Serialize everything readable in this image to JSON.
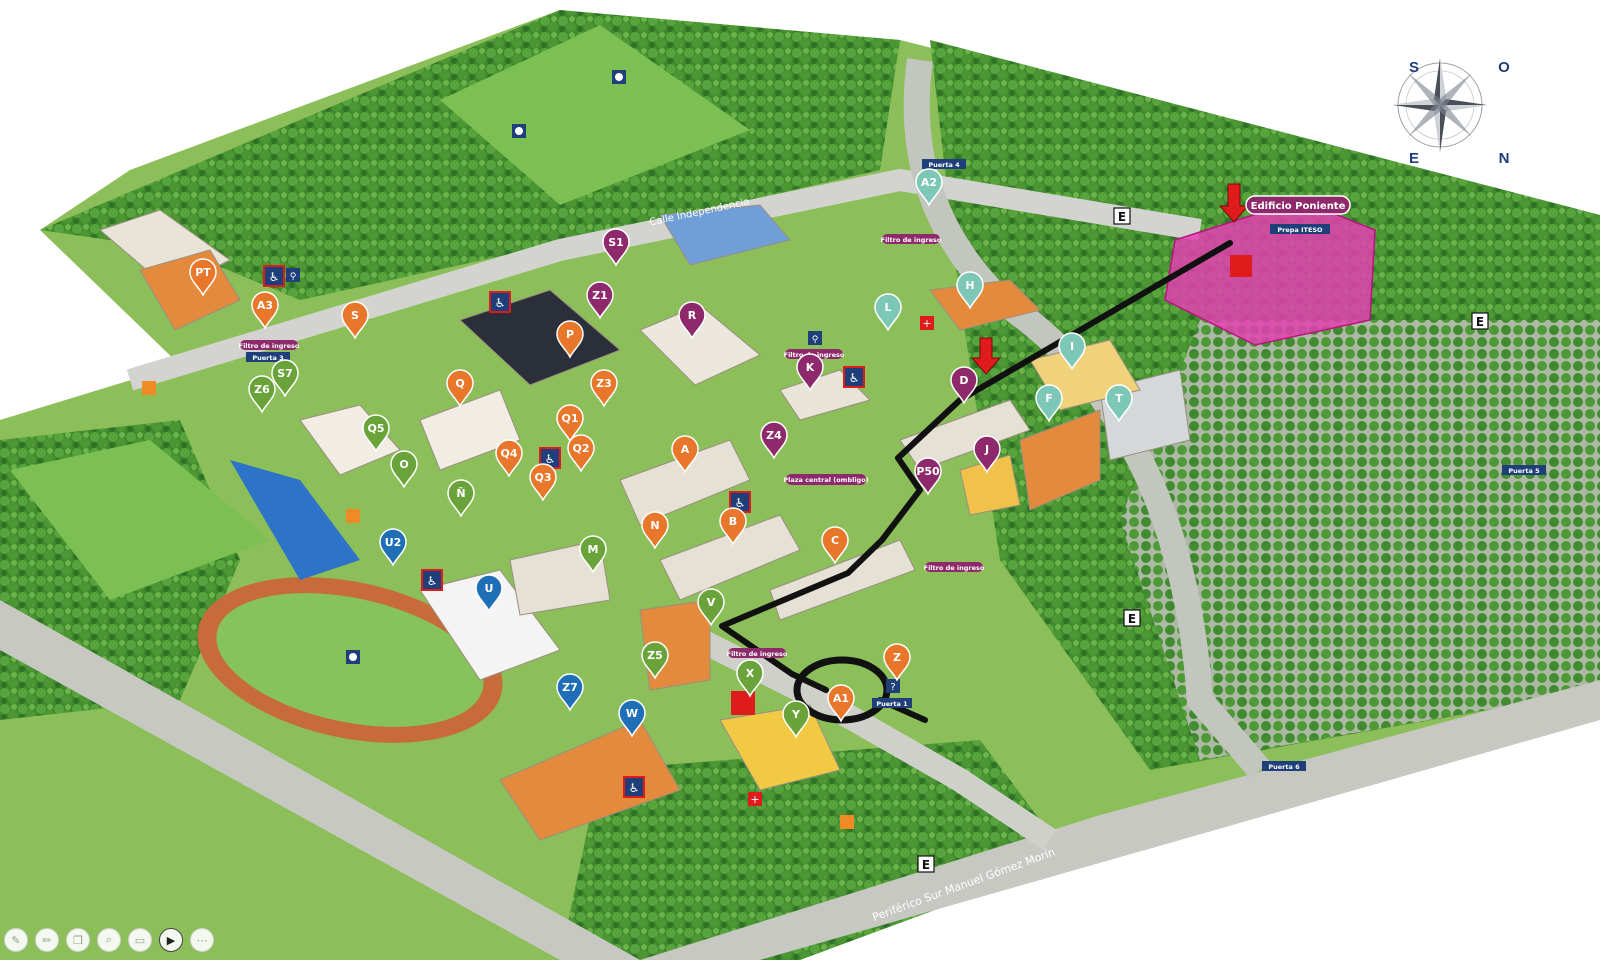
{
  "map": {
    "road_labels": {
      "calle_independencia": "Calle Independencia",
      "periferico": "Periférico Sur Manuel Gómez Morín"
    },
    "gate_labels": {
      "puerta_1": "Puerta 1",
      "puerta_3": "Puerta 3",
      "puerta_4": "Puerta 4",
      "puerta_5": "Puerta 5",
      "puerta_6": "Puerta 6"
    },
    "filter_labels": {
      "filtro_a3": "Filtro de ingreso",
      "filtro_a2": "Filtro de ingreso",
      "filtro_k": "Filtro de ingreso",
      "filtro_c": "Filtro de ingreso",
      "filtro_v": "Filtro de ingreso"
    },
    "destination": {
      "name": "Edificio Poniente",
      "sublabel": "Prepa ITESO"
    },
    "plaza_label": "Plaza central (ombligo)",
    "parking_letter": "E",
    "markers": [
      {
        "label": "PT",
        "color": "#e8762b"
      },
      {
        "label": "A3",
        "color": "#e8762b"
      },
      {
        "label": "S1",
        "color": "#8e2a6b"
      },
      {
        "label": "Z1",
        "color": "#8e2a6b"
      },
      {
        "label": "S",
        "color": "#e8762b"
      },
      {
        "label": "P",
        "color": "#e8762b"
      },
      {
        "label": "R",
        "color": "#8e2a6b"
      },
      {
        "label": "Z6",
        "color": "#6aa33a"
      },
      {
        "label": "S7",
        "color": "#6aa33a"
      },
      {
        "label": "Q",
        "color": "#e8762b"
      },
      {
        "label": "Z3",
        "color": "#e8762b"
      },
      {
        "label": "Q5",
        "color": "#6aa33a"
      },
      {
        "label": "Q1",
        "color": "#e8762b"
      },
      {
        "label": "Q4",
        "color": "#e8762b"
      },
      {
        "label": "Q2",
        "color": "#e8762b"
      },
      {
        "label": "Q3",
        "color": "#e8762b"
      },
      {
        "label": "O",
        "color": "#6aa33a"
      },
      {
        "label": "Ñ",
        "color": "#6aa33a"
      },
      {
        "label": "U2",
        "color": "#1f6fb7"
      },
      {
        "label": "U",
        "color": "#1f6fb7"
      },
      {
        "label": "M",
        "color": "#6aa33a"
      },
      {
        "label": "N",
        "color": "#e8762b"
      },
      {
        "label": "A",
        "color": "#e8762b"
      },
      {
        "label": "B",
        "color": "#e8762b"
      },
      {
        "label": "Z4",
        "color": "#8e2a6b"
      },
      {
        "label": "K",
        "color": "#8e2a6b"
      },
      {
        "label": "L",
        "color": "#7dc7b6"
      },
      {
        "label": "H",
        "color": "#7dc7b6"
      },
      {
        "label": "A2",
        "color": "#7dc7b6"
      },
      {
        "label": "D",
        "color": "#8e2a6b"
      },
      {
        "label": "I",
        "color": "#7dc7b6"
      },
      {
        "label": "F",
        "color": "#7dc7b6"
      },
      {
        "label": "T",
        "color": "#7dc7b6"
      },
      {
        "label": "J",
        "color": "#8e2a6b"
      },
      {
        "label": "P50",
        "color": "#8e2a6b"
      },
      {
        "label": "C",
        "color": "#e8762b"
      },
      {
        "label": "V",
        "color": "#6aa33a"
      },
      {
        "label": "Z5",
        "color": "#6aa33a"
      },
      {
        "label": "X",
        "color": "#6aa33a"
      },
      {
        "label": "Z",
        "color": "#e8762b"
      },
      {
        "label": "A1",
        "color": "#e8762b"
      },
      {
        "label": "Y",
        "color": "#6aa33a"
      },
      {
        "label": "Z7",
        "color": "#1f6fb7"
      },
      {
        "label": "W",
        "color": "#1f6fb7"
      }
    ]
  },
  "compass": {
    "s": "S",
    "o": "O",
    "e": "E",
    "n": "N"
  },
  "colors": {
    "grass": "#8ec55a",
    "trees": "#2f7d2a",
    "road": "#c9c9c4",
    "route": "#111111",
    "highlight": "#e33fb0",
    "badge": "#1f3f7a",
    "arrow": "#e01b1b"
  },
  "toolbar": {
    "icons": [
      "pen-icon",
      "pencil-icon",
      "copy-icon",
      "zoom-icon",
      "subtitles-icon",
      "camera-icon",
      "more-icon"
    ]
  }
}
